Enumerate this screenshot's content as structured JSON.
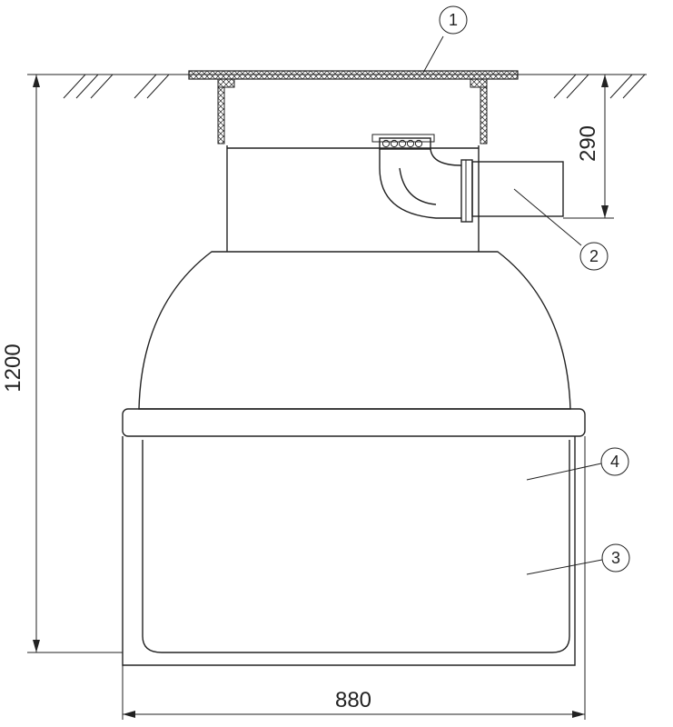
{
  "dimensions": {
    "height_total": "1200",
    "inlet_depth": "290",
    "width_total": "880"
  },
  "callouts": [
    {
      "id": "1",
      "label": "1"
    },
    {
      "id": "2",
      "label": "2"
    },
    {
      "id": "3",
      "label": "3"
    },
    {
      "id": "4",
      "label": "4"
    }
  ]
}
